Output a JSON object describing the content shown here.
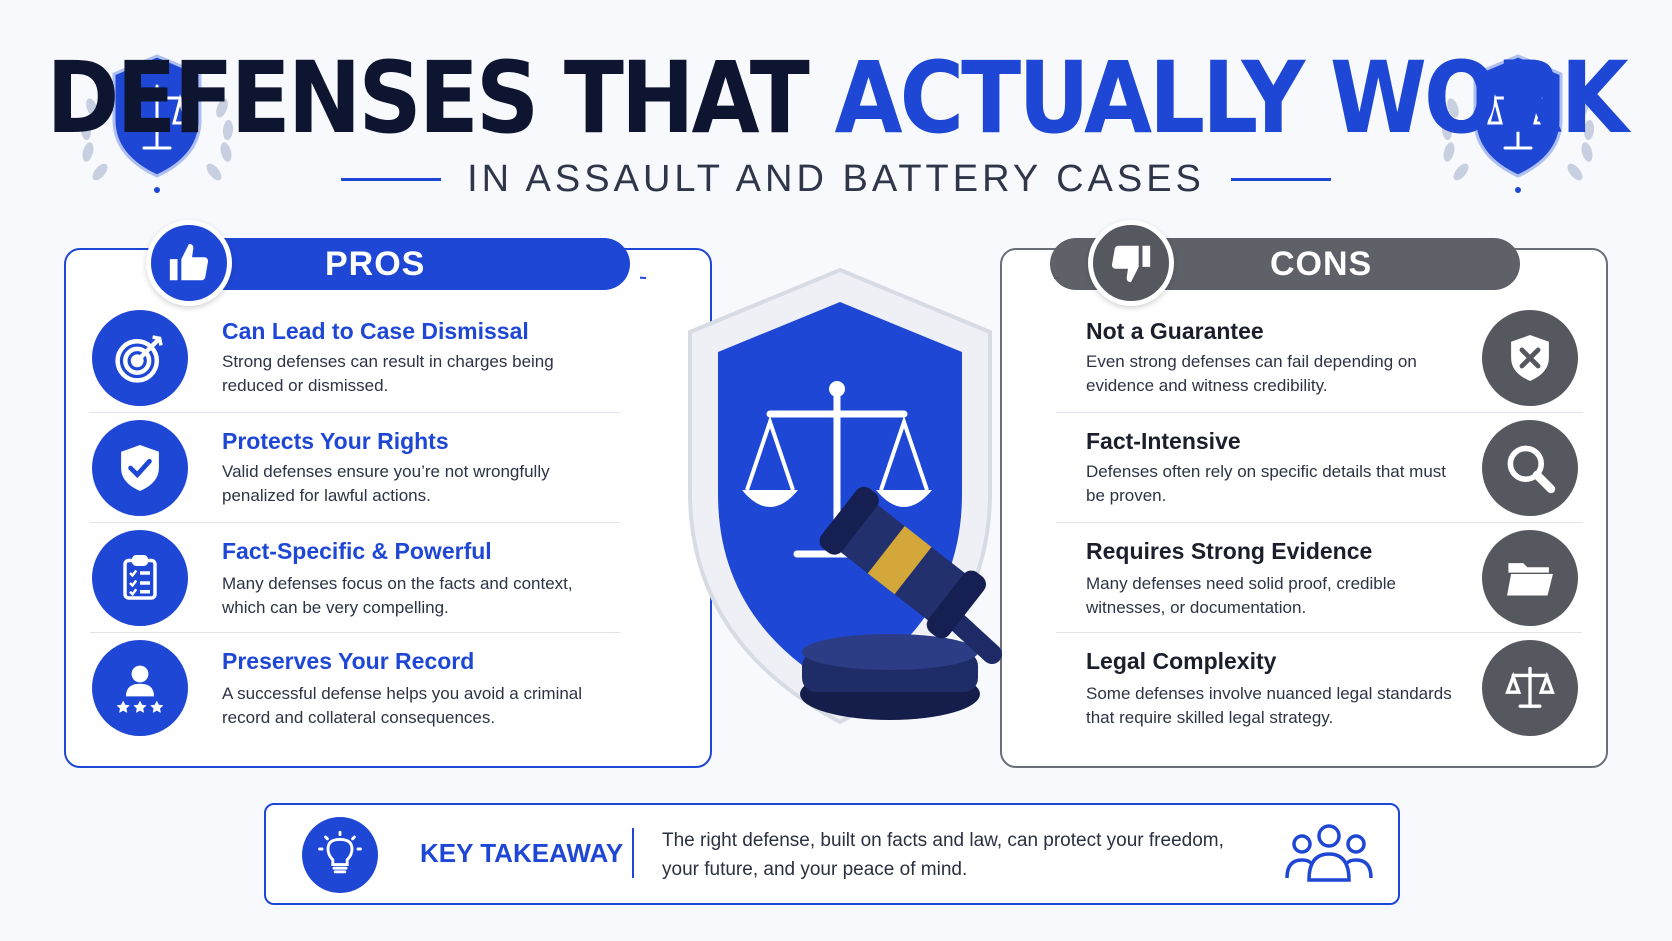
{
  "header": {
    "title_part1": "DEFENSES THAT",
    "title_part2": "ACTUALLY WORK",
    "subtitle": "IN ASSAULT AND BATTERY CASES",
    "emblem_icon": "scales-shield-icon"
  },
  "pros": {
    "label": "PROS",
    "badge_icon": "thumbs-up-icon",
    "items": [
      {
        "title": "Can Lead to Case Dismissal",
        "desc": "Strong defenses can result in charges being reduced or dismissed.",
        "icon": "target-icon"
      },
      {
        "title": "Protects Your Rights",
        "desc": "Valid defenses ensure you’re not wrongfully penalized for lawful actions.",
        "icon": "shield-check-icon"
      },
      {
        "title": "Fact-Specific & Powerful",
        "desc": "Many defenses focus on the facts and context, which can be very compelling.",
        "icon": "clipboard-checklist-icon"
      },
      {
        "title": "Preserves Your Record",
        "desc": "A successful defense helps you avoid a criminal record and collateral consequences.",
        "icon": "person-stars-icon"
      }
    ]
  },
  "cons": {
    "label": "CONS",
    "badge_icon": "thumbs-down-icon",
    "items": [
      {
        "title": "Not a Guarantee",
        "desc": "Even strong defenses can fail depending on evidence and witness credibility.",
        "icon": "shield-x-icon"
      },
      {
        "title": "Fact-Intensive",
        "desc": "Defenses often rely on specific details that must be proven.",
        "icon": "magnifier-icon"
      },
      {
        "title": "Requires Strong Evidence",
        "desc": "Many defenses need solid proof, credible witnesses, or documentation.",
        "icon": "folder-icon"
      },
      {
        "title": "Legal Complexity",
        "desc": "Some defenses involve nuanced legal standards that require skilled legal strategy.",
        "icon": "scales-icon"
      }
    ]
  },
  "center": {
    "icon": "shield-scales-gavel-icon"
  },
  "takeaway": {
    "label": "KEY TAKEAWAY",
    "text": "The right defense, built on facts and law, can protect your freedom, your future, and your peace of mind.",
    "left_icon": "lightbulb-icon",
    "right_icon": "people-group-icon"
  },
  "colors": {
    "accent": "#1f47d6",
    "dark": "#0e1530",
    "con_gray": "#55585f"
  }
}
